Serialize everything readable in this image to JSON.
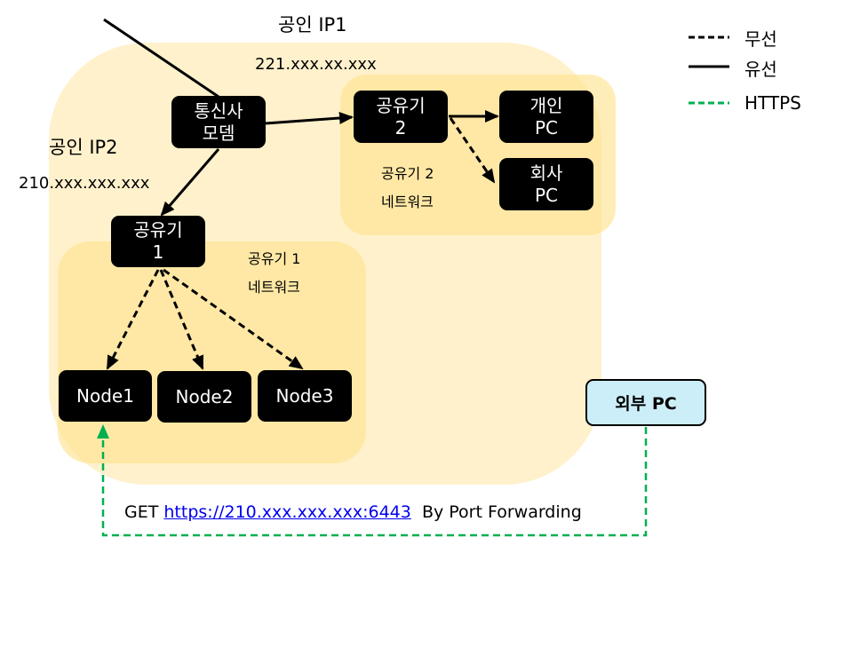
{
  "diagram": {
    "public_ip1": {
      "label": "공인 IP1",
      "address": "221.xxx.xx.xxx"
    },
    "public_ip2": {
      "label": "공인 IP2",
      "address": "210.xxx.xxx.xxx"
    },
    "nodes": {
      "modem": {
        "line1": "통신사",
        "line2": "모뎀"
      },
      "router2": {
        "line1": "공유기",
        "line2": "2"
      },
      "personal_pc": {
        "line1": "개인",
        "line2": "PC"
      },
      "company_pc": {
        "line1": "회사",
        "line2": "PC"
      },
      "router1": {
        "line1": "공유기",
        "line2": "1"
      },
      "node1": {
        "label": "Node1"
      },
      "node2": {
        "label": "Node2"
      },
      "node3": {
        "label": "Node3"
      },
      "external_pc": {
        "label": "외부 PC"
      }
    },
    "networks": {
      "router2_network": {
        "line1": "공유기 2",
        "line2": "네트워크"
      },
      "router1_network": {
        "line1": "공유기 1",
        "line2": "네트워크"
      }
    },
    "request": {
      "method": "GET",
      "url": "https://210.xxx.xxx.xxx:6443",
      "suffix": "By Port Forwarding"
    },
    "edges": [
      {
        "from": "internet",
        "to": "modem",
        "type": "wired"
      },
      {
        "from": "modem",
        "to": "router2",
        "type": "wired"
      },
      {
        "from": "modem",
        "to": "router1",
        "type": "wired"
      },
      {
        "from": "router2",
        "to": "personal_pc",
        "type": "wired"
      },
      {
        "from": "router2",
        "to": "company_pc",
        "type": "wireless"
      },
      {
        "from": "router1",
        "to": "node1",
        "type": "wireless"
      },
      {
        "from": "router1",
        "to": "node2",
        "type": "wireless"
      },
      {
        "from": "router1",
        "to": "node3",
        "type": "wireless"
      },
      {
        "from": "external_pc",
        "to": "node1",
        "type": "https"
      }
    ]
  },
  "legend": {
    "items": [
      {
        "label": "무선",
        "style": "dashed",
        "color": "#000000"
      },
      {
        "label": "유선",
        "style": "solid",
        "color": "#000000"
      },
      {
        "label": "HTTPS",
        "style": "dashed",
        "color": "#00B050"
      }
    ]
  },
  "colors": {
    "outer_panel": "#FFF0C9",
    "inner_panel": "#FFE28C",
    "node_fill": "#000000",
    "external_pc_fill": "#CCEEF8",
    "https_line": "#00B050",
    "link": "#0000EE"
  }
}
